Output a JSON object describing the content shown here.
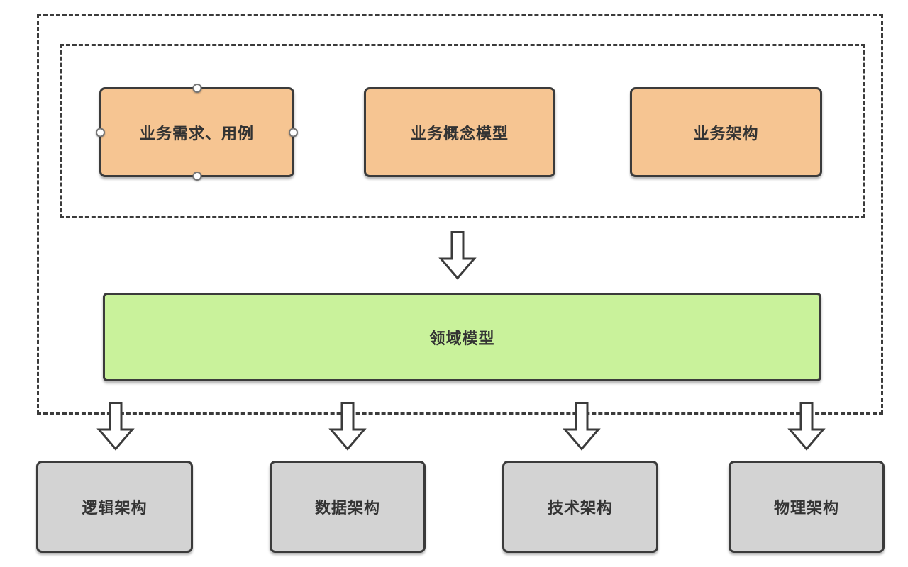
{
  "colors": {
    "orange_fill": "#f6c592",
    "green_fill": "#c9f29b",
    "gray_fill": "#d3d3d3",
    "stroke": "#3b3b3b",
    "text": "#333333",
    "arrow_fill": "#ffffff",
    "canvas_bg": "#ffffff",
    "handle_fill": "#ffffff",
    "handle_border": "#757575"
  },
  "business_boxes": [
    {
      "label": "业务需求、用例",
      "selected": true
    },
    {
      "label": "业务概念模型",
      "selected": false
    },
    {
      "label": "业务架构",
      "selected": false
    }
  ],
  "domain_box": {
    "label": "领域模型"
  },
  "architecture_boxes": [
    {
      "label": "逻辑架构"
    },
    {
      "label": "数据架构"
    },
    {
      "label": "技术架构"
    },
    {
      "label": "物理架构"
    }
  ],
  "icons": {
    "arrow": "down-block-arrow"
  }
}
